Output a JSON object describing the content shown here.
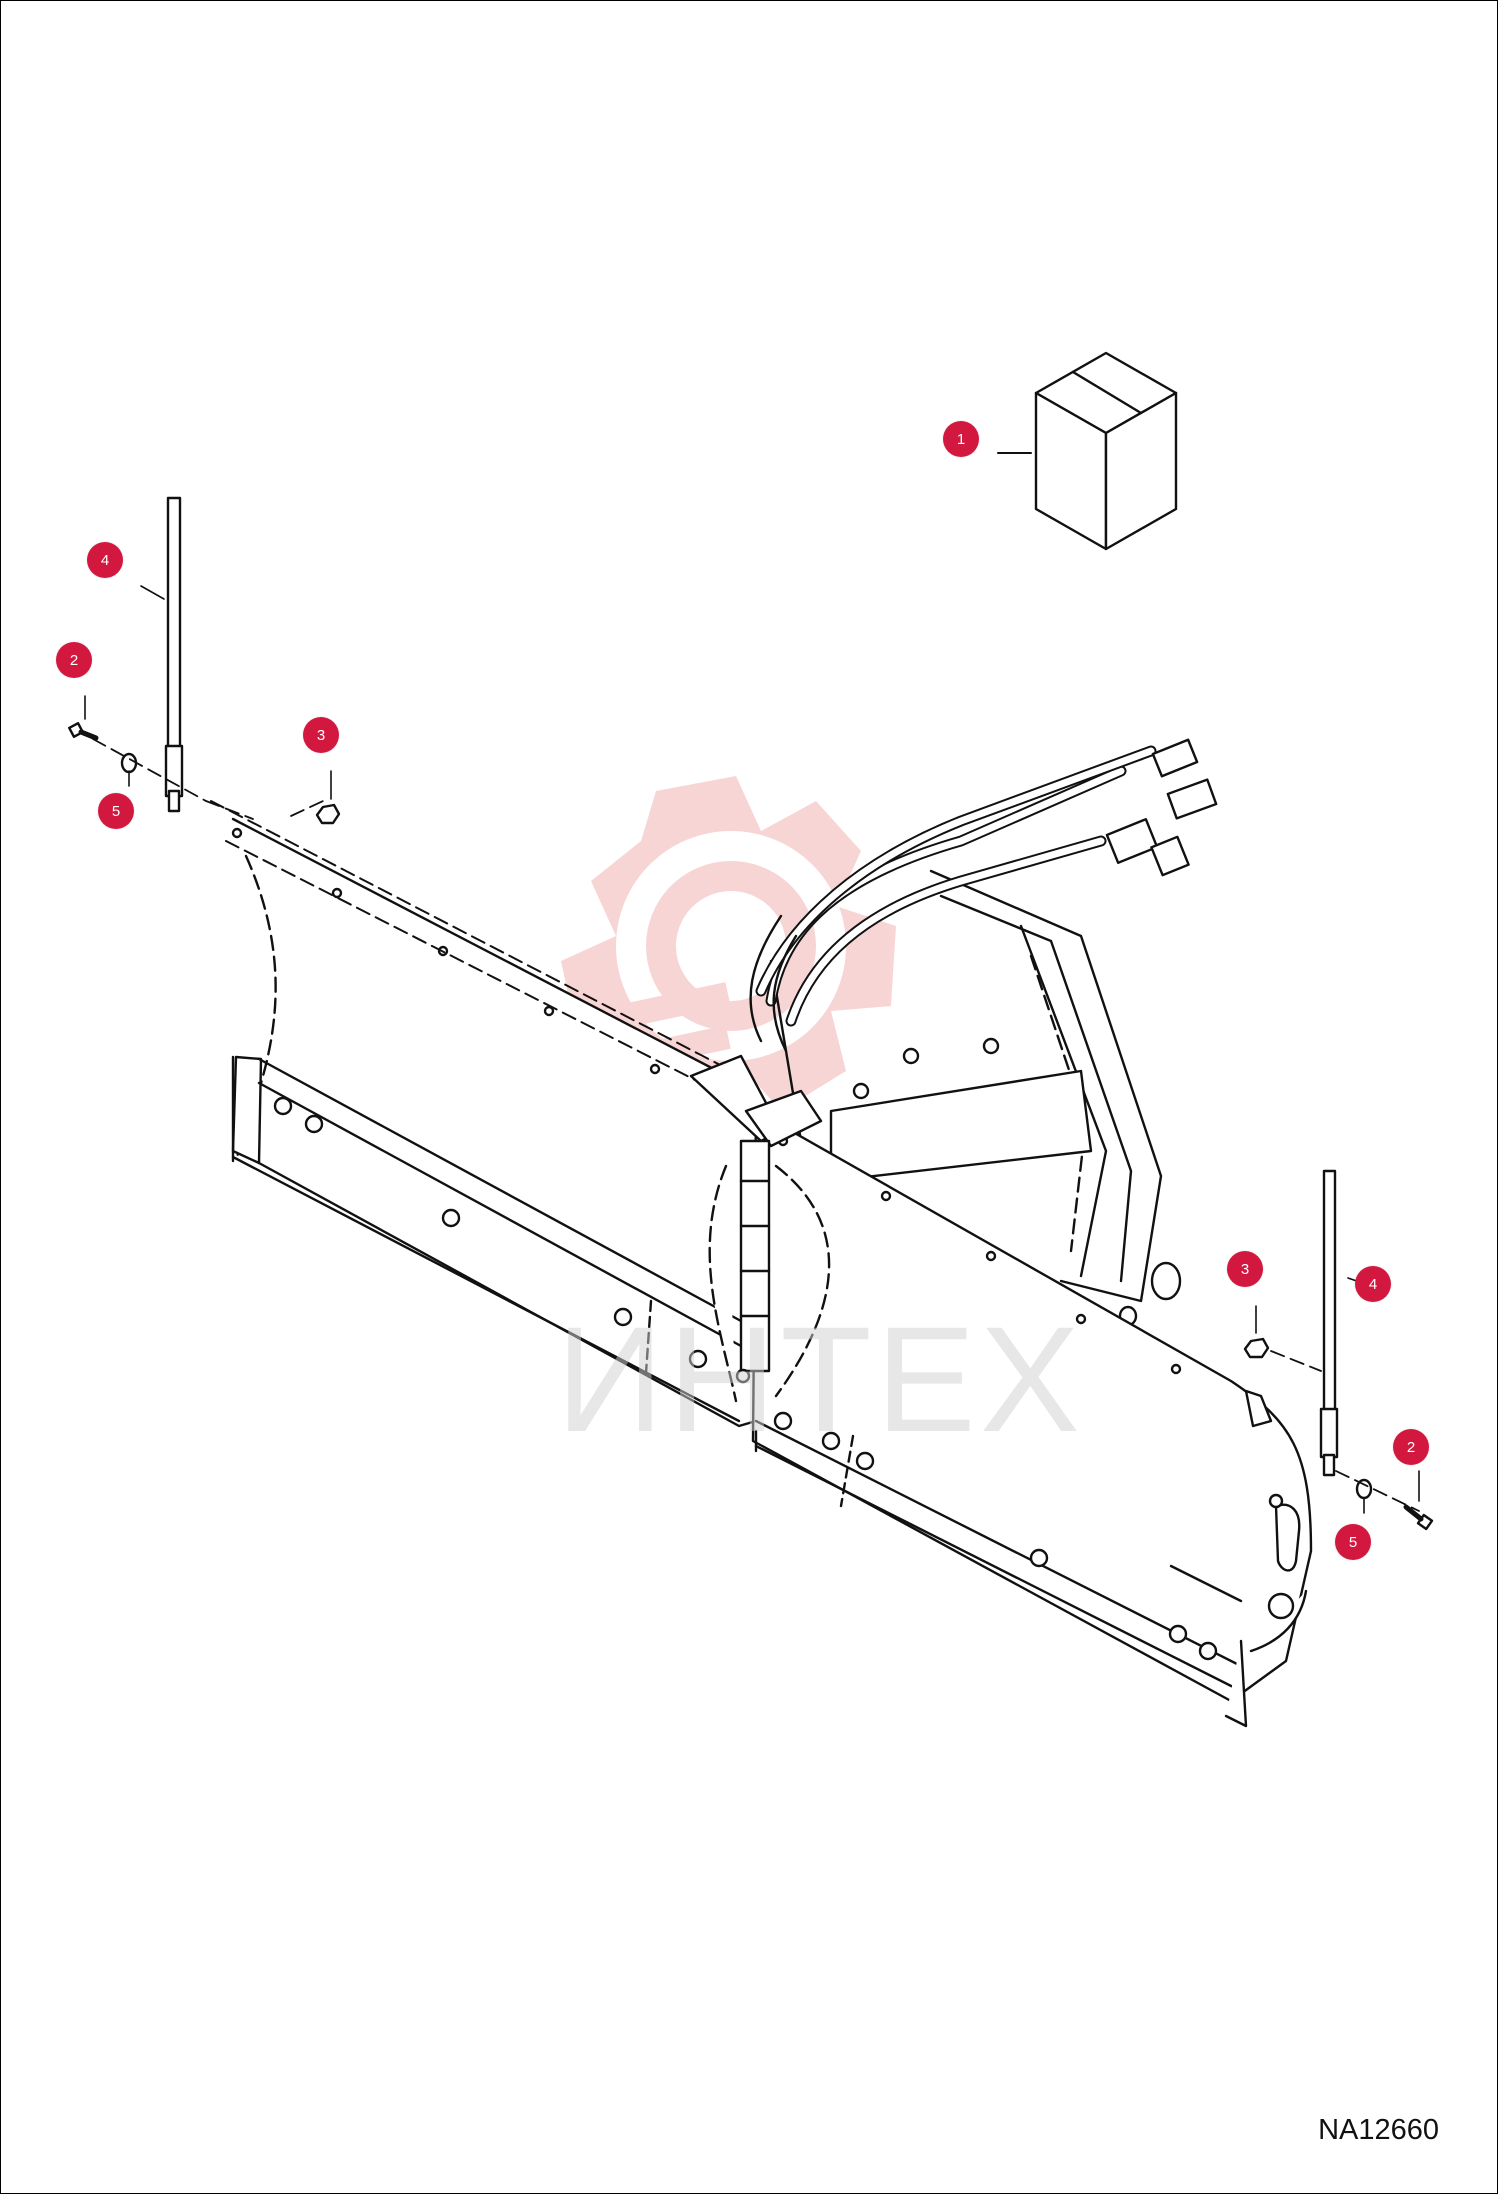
{
  "watermark": {
    "text": "ИНТЕХ",
    "gear_color": "#f4b4b4",
    "text_color": "#d0d0d0"
  },
  "callout_color": "#d3183f",
  "callouts": [
    {
      "number": "1",
      "part_label": "1"
    },
    {
      "number": "4",
      "part_label": "4"
    },
    {
      "number": "2",
      "part_label": "2"
    },
    {
      "number": "3",
      "part_label": "3"
    },
    {
      "number": "5",
      "part_label": "5"
    },
    {
      "number": "3",
      "part_label": "3"
    },
    {
      "number": "4",
      "part_label": "4"
    },
    {
      "number": "2",
      "part_label": "2"
    },
    {
      "number": "5",
      "part_label": "5"
    }
  ],
  "drawing_number": "NA12660"
}
